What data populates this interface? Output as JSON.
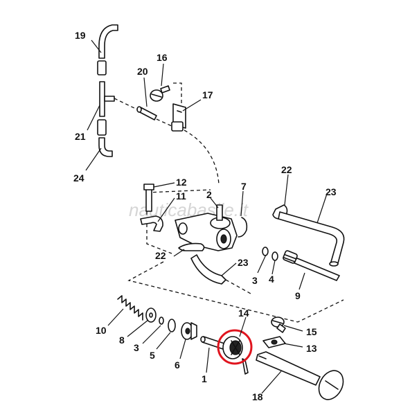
{
  "watermark": "nauticabasile.it",
  "highlight": {
    "color": "#e0141e",
    "target_part": "14"
  },
  "callouts": {
    "p1": "1",
    "p2": "2",
    "p3a": "3",
    "p3b": "3",
    "p4": "4",
    "p5": "5",
    "p6": "6",
    "p7": "7",
    "p8": "8",
    "p9": "9",
    "p10": "10",
    "p11": "11",
    "p12": "12",
    "p13": "13",
    "p14": "14",
    "p15": "15",
    "p16": "16",
    "p17": "17",
    "p18": "18",
    "p19": "19",
    "p20": "20",
    "p21": "21",
    "p22a": "22",
    "p22b": "22",
    "p23a": "23",
    "p23b": "23",
    "p24": "24"
  }
}
